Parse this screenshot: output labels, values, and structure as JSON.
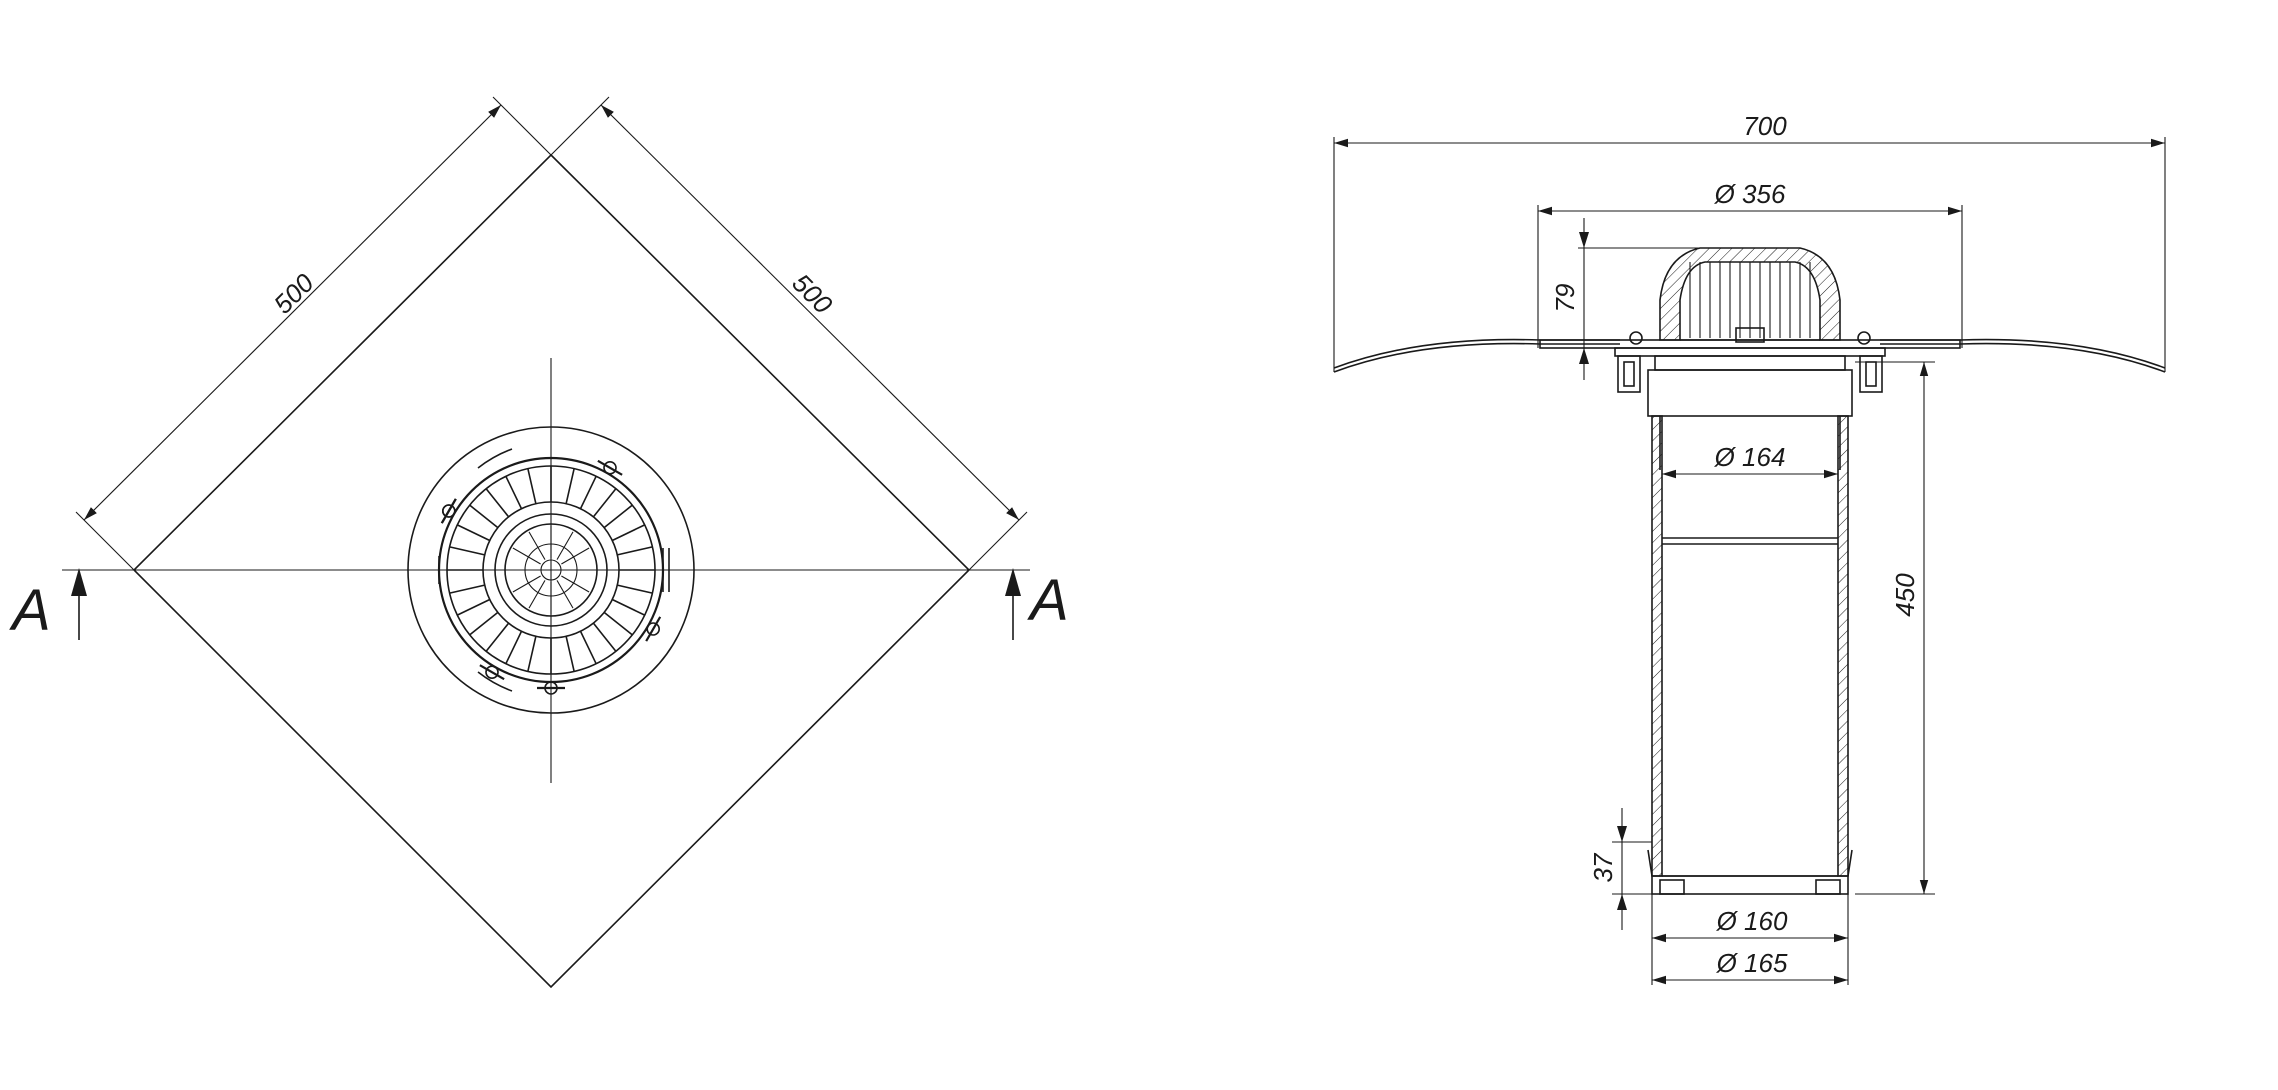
{
  "section_marks": {
    "left": "A",
    "right": "A"
  },
  "plan_view": {
    "dim_side_a": "500",
    "dim_side_b": "500"
  },
  "section_view": {
    "dim_overall_width": "700",
    "dim_flange_diameter": "Ø 356",
    "dim_dome_height": "79",
    "dim_pipe_inner_diameter": "Ø 164",
    "dim_total_height": "450",
    "dim_bottom_step": "37",
    "dim_outlet_inner_diameter": "Ø 160",
    "dim_outlet_outer_diameter": "Ø 165"
  }
}
